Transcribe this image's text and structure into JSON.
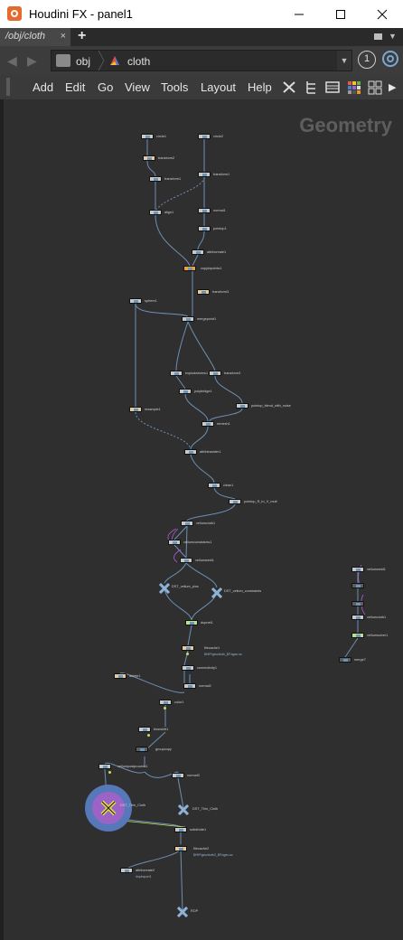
{
  "window": {
    "title": "Houdini FX - panel1"
  },
  "tabs": [
    {
      "label": "/obj/cloth",
      "close": "×"
    }
  ],
  "tabbar": {
    "add": "+"
  },
  "path": {
    "items": [
      {
        "label": "obj",
        "icon": "object-network-icon"
      },
      {
        "label": "cloth",
        "icon": "geometry-icon"
      }
    ],
    "pin_value": "1"
  },
  "menu": {
    "items": [
      "Add",
      "Edit",
      "Go",
      "View",
      "Tools",
      "Layout",
      "Help"
    ]
  },
  "network": {
    "context_label": "Geometry",
    "nodes": {
      "circle1": "circle1",
      "circle2": "circle2",
      "transform2": "transform2",
      "transform1a": "transform1",
      "transform1b": "transform1",
      "align1": "align1",
      "normal1": "normal1",
      "pointop1": "pointop1",
      "attribcreate": "attribcreate1",
      "copytopoints1": "copytopoints1",
      "transform3": "transform3",
      "sphere1": "sphere1",
      "mergepoint1": "mergepoint1",
      "vertex1": "explodedview1",
      "transform4": "transform3",
      "polybridge": "polybridge1",
      "pointop2": "pointop_blend_with_noise",
      "resample1": "resample1",
      "remesh": "remesh1",
      "attribtransfer1": "attribtransfer1",
      "clean1": "clean1",
      "pointop3": "pointop_R_to_V_mult",
      "vellumcloth1": "vellumcloth1",
      "vellumconstraints1": "vellumconstraints1",
      "vellumweld1": "vellumweld1",
      "dop_vellum_pins": "DST_vellum_pins",
      "dop_vellum_constraints": "DST_vellum_constraints",
      "dopnet1": "dopnet1",
      "filecache1": "filecache1",
      "connectivity1": "connectivity1",
      "delete1": "delete1",
      "normal2": "normal2",
      "color1": "color1",
      "timeshift1": "timeshift1",
      "groupcopy": "groupcopy",
      "vellumpostprocess1": "vellumpostprocess1",
      "normal3": "normal3",
      "dst_thin_cloth_sel": "DST_Thin_Cloth",
      "dst_thin_cloth": "DST_Thin_Cloth",
      "subdivide1": "subdivide1",
      "filecache2": "filecache2",
      "attribcreate2": "attribcreate2",
      "ropnet": "ROP",
      "side_vellumweld": "vellumweld1",
      "side_vellumcloth": "vellumcloth1",
      "side_vellumsolver": "vellumsolver1",
      "side_null": "merge7"
    },
    "subtexts": {
      "filecache1_path": "$HIP/geo/cloth_$F.bgeo.sc",
      "filecache2_path": "$HIP/geo/cloth2_$F.bgeo.sc",
      "dopimport": "dopimport1"
    }
  }
}
